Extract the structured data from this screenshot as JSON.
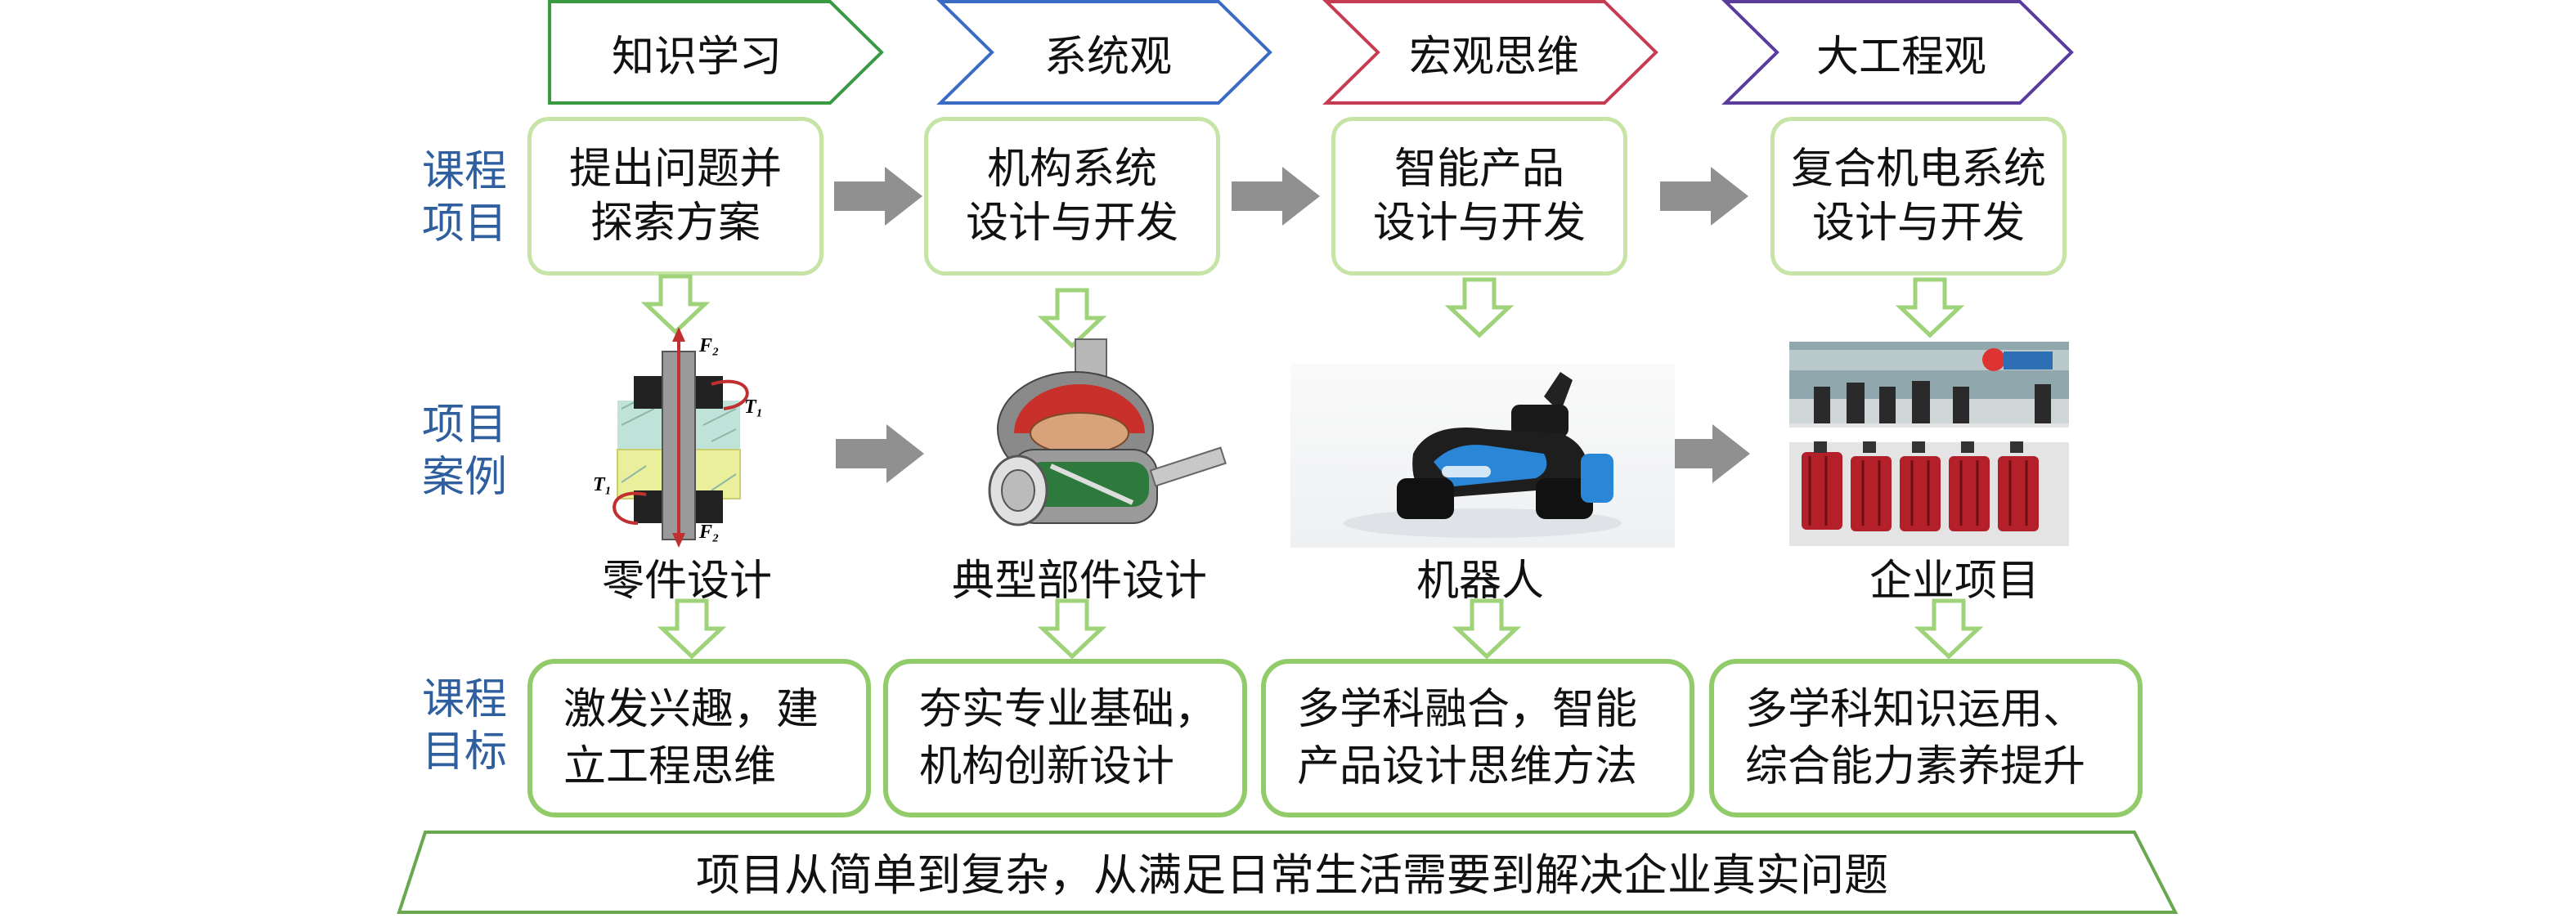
{
  "top_chevrons": [
    "知识学习",
    "系统观",
    "宏观思维",
    "大工程观"
  ],
  "chevron_colors": [
    "#3a9a44",
    "#3a6cc4",
    "#c63c52",
    "#5a3c9c"
  ],
  "side_labels": {
    "projects": [
      "课程",
      "项目"
    ],
    "cases": [
      "项目",
      "案例"
    ],
    "goals": [
      "课程",
      "目标"
    ]
  },
  "projects": [
    [
      "提出问题并",
      "探索方案"
    ],
    [
      "机构系统",
      "设计与开发"
    ],
    [
      "智能产品",
      "设计与开发"
    ],
    [
      "复合机电系统",
      "设计与开发"
    ]
  ],
  "cases": [
    "零件设计",
    "典型部件设计",
    "机器人",
    "企业项目"
  ],
  "case_figure_labels": {
    "f2_top": "F₂",
    "t1_right": "T₁",
    "t1_left": "T₁",
    "f2_bottom": "F₂"
  },
  "goals": [
    [
      "激发兴趣，建",
      "立工程思维"
    ],
    [
      "夯实专业基础，",
      "机构创新设计"
    ],
    [
      "多学科融合，智能",
      "产品设计思维方法"
    ],
    [
      "多学科知识运用、",
      "综合能力素养提升"
    ]
  ],
  "banner": "项目从简单到复杂，从满足日常生活需要到解决企业真实问题",
  "colors": {
    "box_border": "#c6e4a6",
    "goal_border": "#92cc6a",
    "arrow_gray": "#909090",
    "side_label": "#2f5f9f"
  }
}
